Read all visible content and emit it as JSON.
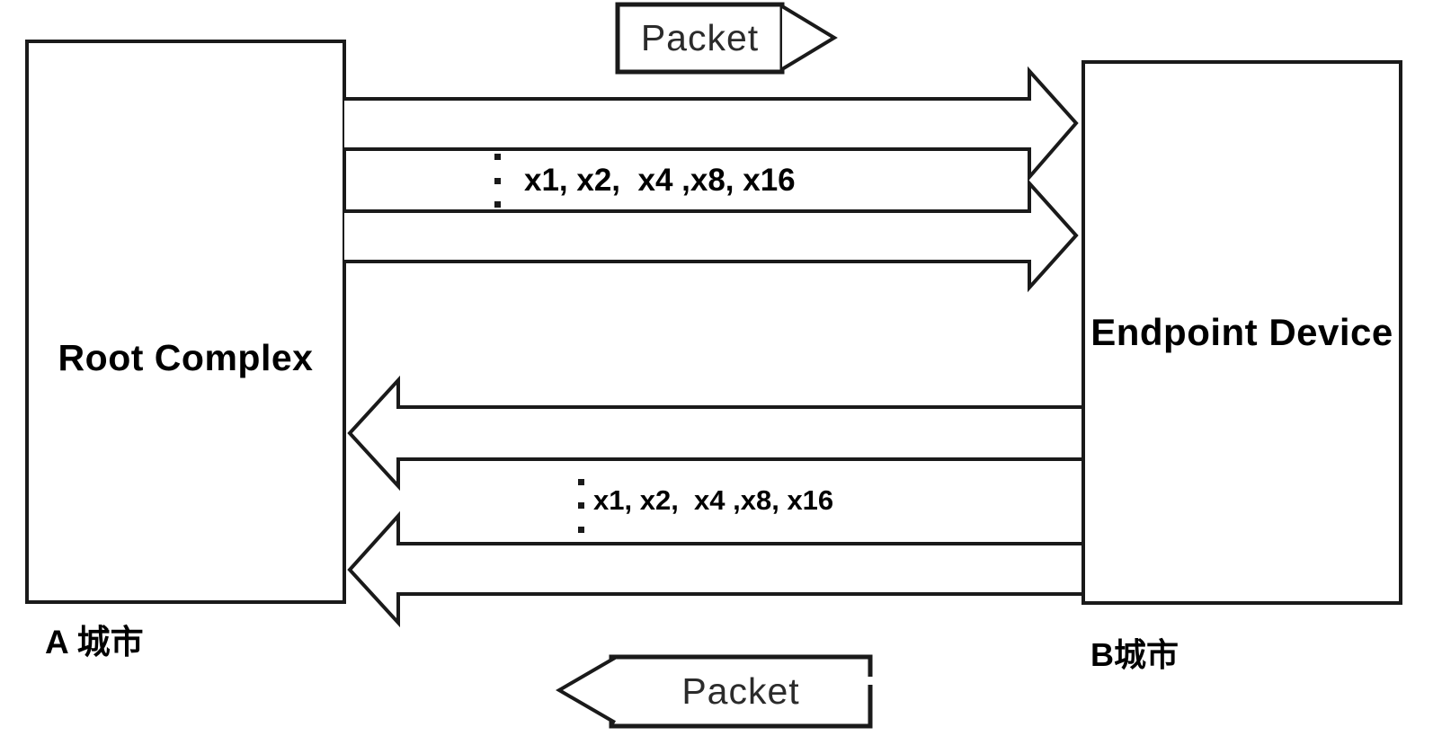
{
  "diagram": {
    "left_box": {
      "label": "Root Complex",
      "caption": "A 城市"
    },
    "right_box": {
      "label": "Endpoint Device",
      "caption": "B城市"
    },
    "packet_top": {
      "label": "Packet",
      "direction": "right"
    },
    "packet_bottom": {
      "label": "Packet",
      "direction": "left"
    },
    "lanes": {
      "downstream_label": "x1, x2,  x4 ,x8, x16",
      "upstream_label": "x1, x2,  x4 ,x8, x16",
      "downstream_arrow_count": 2,
      "upstream_arrow_count": 2
    },
    "icons": {
      "downstream_arrows": "right-block-arrow-icon",
      "upstream_arrows": "left-block-arrow-icon",
      "ellipsis": "vertical-dots-icon"
    },
    "colors": {
      "stroke": "#1a1a1a",
      "label_text": "#000000",
      "packet_text": "#2b2b2b",
      "background": "#ffffff"
    }
  }
}
